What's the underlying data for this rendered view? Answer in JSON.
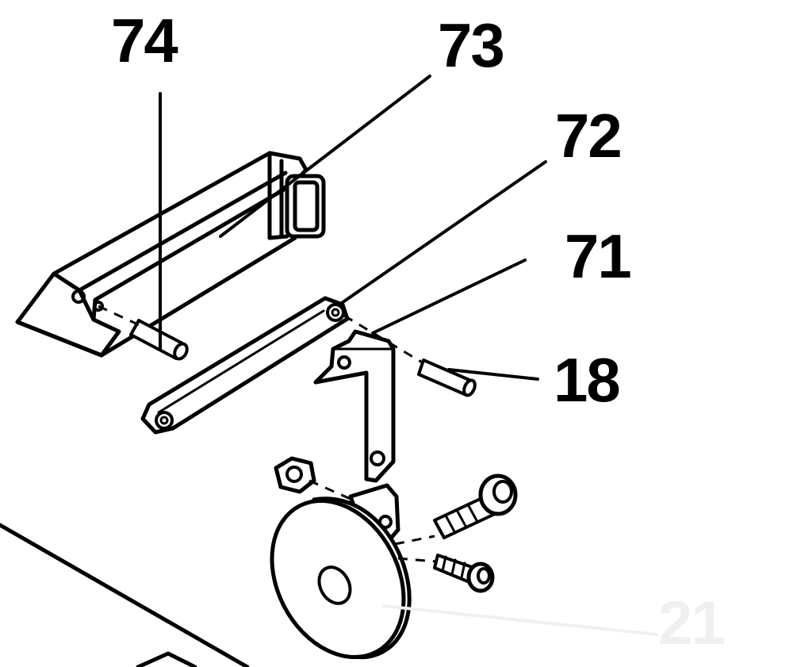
{
  "diagram": {
    "callouts": {
      "c74": "74",
      "c73": "73",
      "c72": "72",
      "c71": "71",
      "c18": "18",
      "c21": "21"
    }
  }
}
